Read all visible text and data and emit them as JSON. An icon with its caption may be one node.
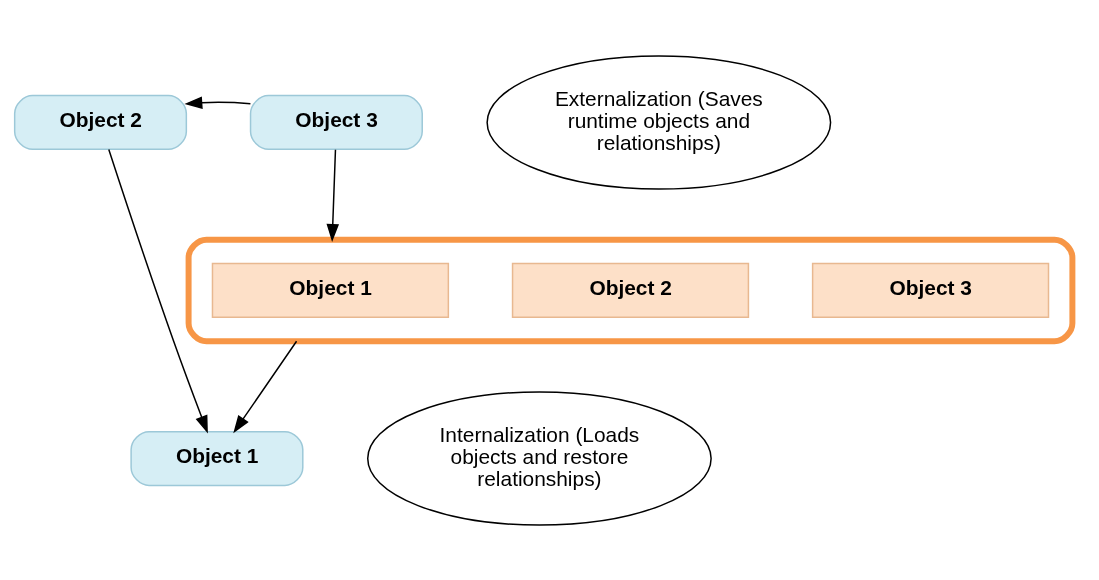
{
  "diagram": {
    "nodes": [
      {
        "text": [
          "Object 2"
        ]
      },
      {
        "text": [
          "Object 3"
        ]
      },
      {
        "text": [
          "Externalization (Saves runtime objects and relationships)"
        ]
      },
      {
        "text": [
          "Object 1"
        ]
      },
      {
        "text": [
          "Internalization (Loads objects and restore relationships)"
        ]
      },
      {
        "text": [],
        "shape": "box"
      },
      {
        "text": [
          "Object 1"
        ],
        "in": 5
      },
      {
        "text": [
          "Object 2"
        ],
        "in": 5
      },
      {
        "text": [
          "Object 3"
        ],
        "in": 5
      }
    ],
    "edges": [
      {
        "from": 1,
        "to": 0,
        "arrow": "to"
      },
      {
        "from": 0,
        "to": 3,
        "arrow": "to"
      },
      {
        "from": 1,
        "to": 5,
        "arrow": "to"
      },
      {
        "from": 5,
        "to": 3,
        "arrow": "to"
      }
    ]
  }
}
